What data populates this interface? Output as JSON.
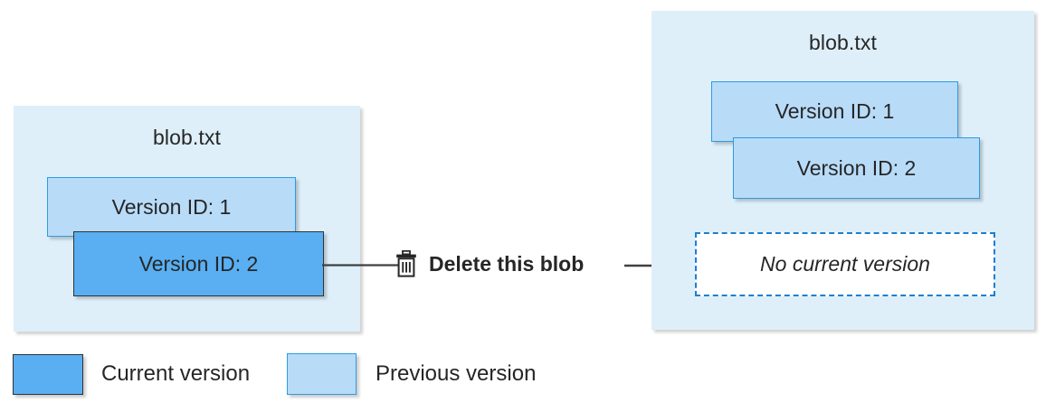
{
  "diagram": {
    "title_hidden": "",
    "colors": {
      "panel_bg": "#deeff9",
      "previous_version": "#b8dbf8",
      "current_version": "#59aff2",
      "dashed_border": "#1d7fd0",
      "connector": "#404040",
      "text": "#262626"
    }
  },
  "before": {
    "blob_name": "blob.txt",
    "versions": [
      {
        "label": "Version ID: 1",
        "state": "previous"
      },
      {
        "label": "Version ID: 2",
        "state": "current"
      }
    ]
  },
  "action": {
    "label": "Delete this blob",
    "icon": "trash-icon"
  },
  "after": {
    "blob_name": "blob.txt",
    "versions": [
      {
        "label": "Version ID: 1",
        "state": "previous"
      },
      {
        "label": "Version ID: 2",
        "state": "previous"
      }
    ],
    "current_placeholder": "No current version"
  },
  "legend": {
    "items": [
      {
        "label": "Current version",
        "state": "current"
      },
      {
        "label": "Previous version",
        "state": "previous"
      }
    ]
  }
}
